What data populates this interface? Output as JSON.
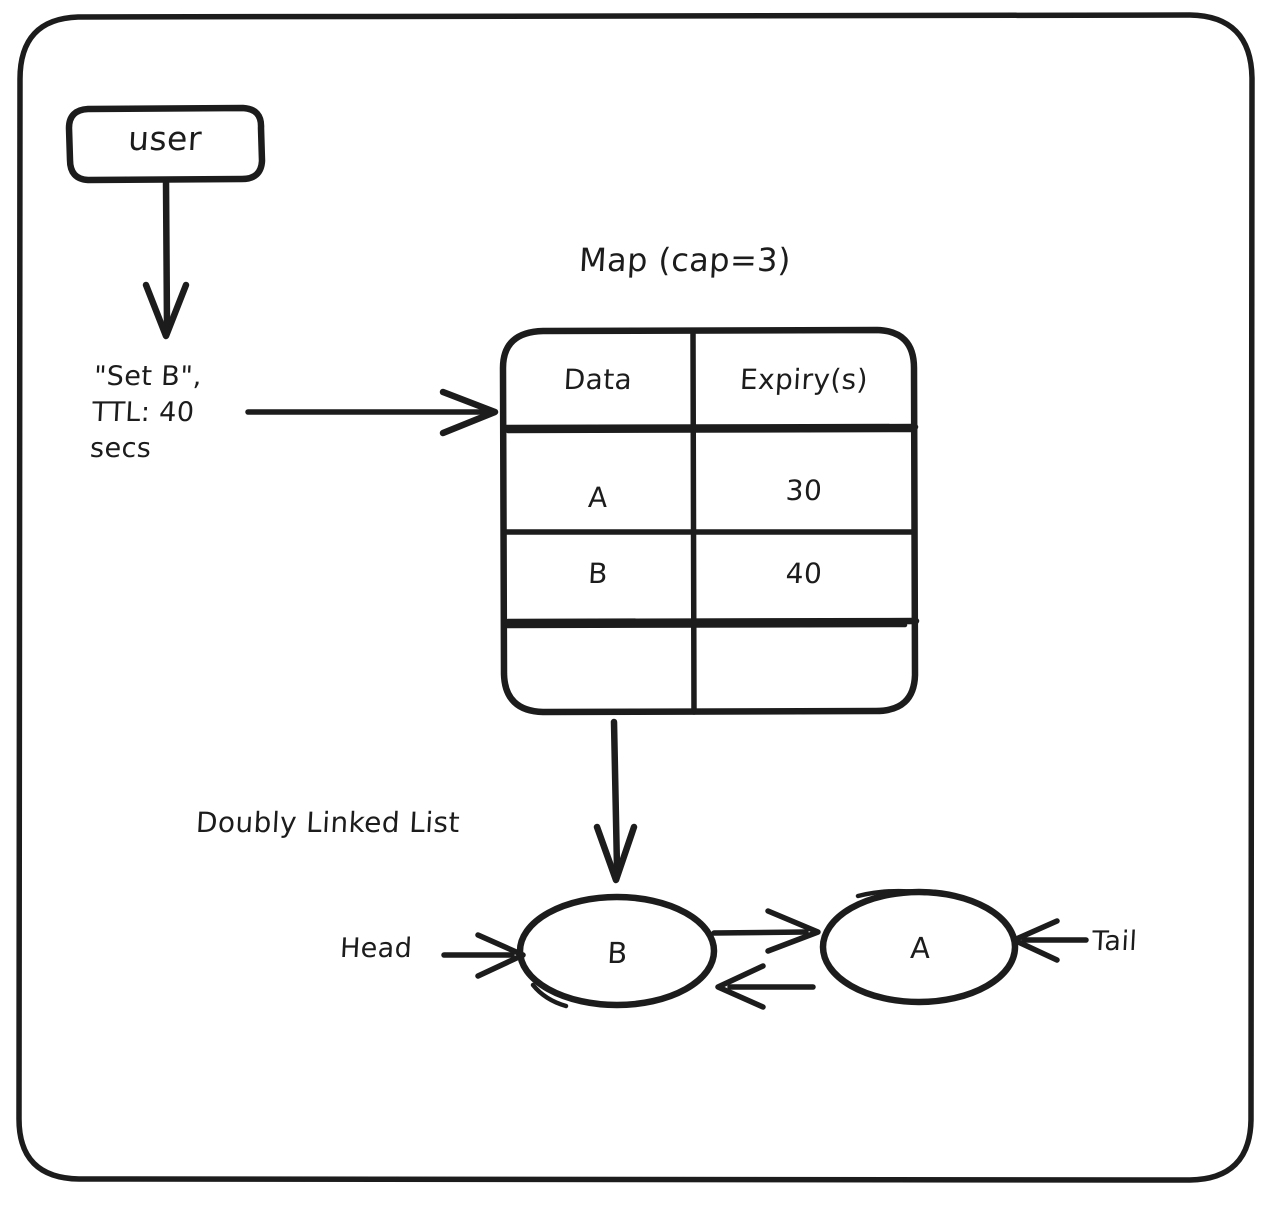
{
  "diagram": {
    "title_user": "user",
    "map_title": "Map (cap=3)",
    "request_label": "\"Set B\",\nTTL: 40\nsecs",
    "dll_label": "Doubly Linked List",
    "head_label": "Head",
    "tail_label": "Tail",
    "ink_color": "#1c1c1c",
    "background_color": "#ffffff"
  },
  "table": {
    "columns": [
      "Data",
      "Expiry(s)"
    ],
    "rows": [
      {
        "data": "A",
        "expiry": "30"
      },
      {
        "data": "B",
        "expiry": "40"
      },
      {
        "data": "",
        "expiry": ""
      }
    ]
  },
  "linked_list": {
    "nodes": [
      {
        "label": "B",
        "role": "head"
      },
      {
        "label": "A",
        "role": "tail"
      }
    ]
  },
  "icons": {
    "arrow_user_to_request": "arrow-down-icon",
    "arrow_request_to_map": "arrow-right-icon",
    "arrow_map_to_list": "arrow-down-icon",
    "arrow_head_into_b": "arrow-right-icon",
    "arrow_tail_into_a": "arrow-left-icon",
    "arrow_b_to_a": "arrow-right-icon",
    "arrow_a_to_b": "arrow-left-icon"
  }
}
